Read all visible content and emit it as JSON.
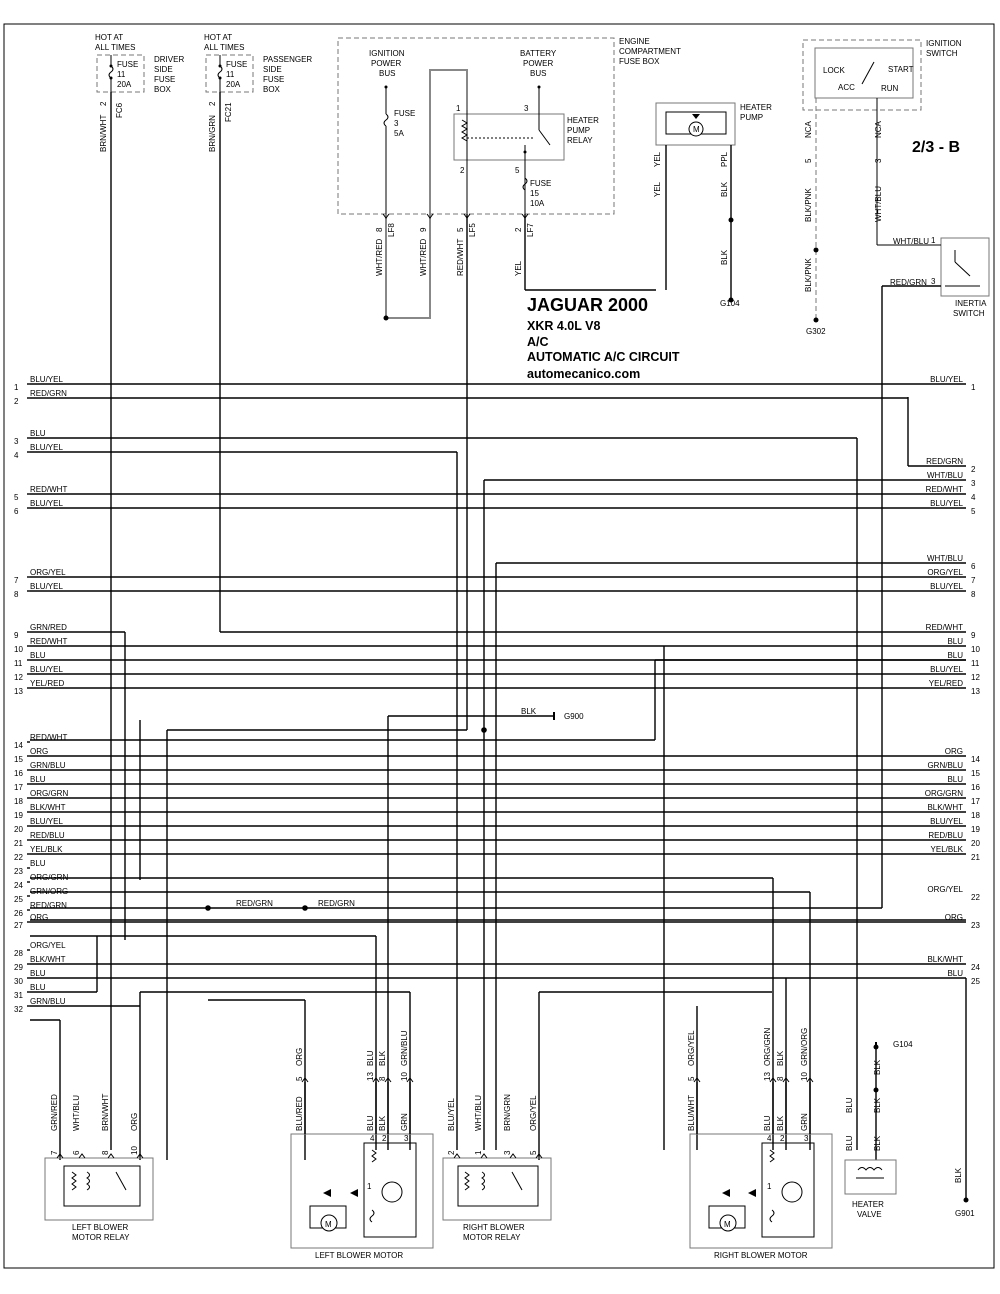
{
  "page": {
    "code": "2/3 - B"
  },
  "header": {
    "make": "JAGUAR  2000",
    "model": "XKR  4.0L  V8",
    "system": "A/C",
    "circuit": "AUTOMATIC A/C CIRCUIT",
    "site": "automecanico.com"
  },
  "fuse_boxes": {
    "driver": {
      "hot1": "HOT AT",
      "hot2": "ALL TIMES",
      "fuse_l1": "FUSE",
      "fuse_l2": "11",
      "fuse_l3": "20A",
      "box1": "DRIVER",
      "box2": "SIDE",
      "box3": "FUSE",
      "box4": "BOX",
      "pin": "2",
      "conn": "FC6",
      "wire": "BRN/WHT"
    },
    "passenger": {
      "hot1": "HOT AT",
      "hot2": "ALL TIMES",
      "fuse_l1": "FUSE",
      "fuse_l2": "11",
      "fuse_l3": "20A",
      "box1": "PASSENGER",
      "box2": "SIDE",
      "box3": "FUSE",
      "box4": "BOX",
      "pin": "2",
      "conn": "FC21",
      "wire": "BRN/GRN"
    }
  },
  "engine_box": {
    "title1": "ENGINE",
    "title2": "COMPARTMENT",
    "title3": "FUSE BOX",
    "ign1": "IGNITION",
    "ign2": "POWER",
    "ign3": "BUS",
    "bat1": "BATTERY",
    "bat2": "POWER",
    "bat3": "BUS",
    "fuse3_l1": "FUSE",
    "fuse3_l2": "3",
    "fuse3_l3": "5A",
    "fuse15_l1": "FUSE",
    "fuse15_l2": "15",
    "fuse15_l3": "10A",
    "relay1": "HEATER",
    "relay2": "PUMP",
    "relay3": "RELAY",
    "relay_pin1": "1",
    "relay_pin3": "3",
    "relay_pin2": "2",
    "relay_pin5": "5",
    "pins": [
      {
        "wire": "WHT/RED",
        "pin": "8",
        "conn": "LF8"
      },
      {
        "wire": "WHT/RED",
        "pin": "9",
        "conn": ""
      },
      {
        "wire": "RED/WHT",
        "pin": "5",
        "conn": "LF5"
      },
      {
        "wire": "YEL",
        "pin": "2",
        "conn": "LF7"
      }
    ]
  },
  "heater_pump": {
    "title1": "HEATER",
    "title2": "PUMP",
    "motor": "M",
    "wire_left": "YEL",
    "wire_right": "PPL",
    "wire_blk1": "BLK",
    "wire_blk2": "BLK",
    "ground": "G104"
  },
  "ign_switch": {
    "title1": "IGNITION",
    "title2": "SWITCH",
    "lock": "LOCK",
    "acc": "ACC",
    "start": "START",
    "run": "RUN",
    "left_label": "NCA",
    "left_pin": "5",
    "left_wire": "BLK/PNK",
    "left_wire2": "BLK/PNK",
    "left_ground": "G302",
    "right_label": "NCA",
    "right_pin": "3",
    "right_wire": "WHT/BLU"
  },
  "inertia_switch": {
    "title1": "INERTIA",
    "title2": "SWITCH",
    "wire1": "WHT/BLU",
    "pin1": "1",
    "wire3": "RED/GRN",
    "pin3": "3"
  },
  "left_connector": [
    {
      "n": "1",
      "wire": "BLU/YEL"
    },
    {
      "n": "2",
      "wire": "RED/GRN"
    },
    {
      "n": "3",
      "wire": "BLU"
    },
    {
      "n": "4",
      "wire": "BLU/YEL"
    },
    {
      "n": "5",
      "wire": "RED/WHT"
    },
    {
      "n": "6",
      "wire": "BLU/YEL"
    },
    {
      "n": "7",
      "wire": "ORG/YEL"
    },
    {
      "n": "8",
      "wire": "BLU/YEL"
    },
    {
      "n": "9",
      "wire": "GRN/RED"
    },
    {
      "n": "10",
      "wire": "RED/WHT"
    },
    {
      "n": "11",
      "wire": "BLU"
    },
    {
      "n": "12",
      "wire": "BLU/YEL"
    },
    {
      "n": "13",
      "wire": "YEL/RED"
    },
    {
      "n": "14",
      "wire": "RED/WHT"
    },
    {
      "n": "15",
      "wire": "ORG"
    },
    {
      "n": "16",
      "wire": "GRN/BLU"
    },
    {
      "n": "17",
      "wire": "BLU"
    },
    {
      "n": "18",
      "wire": "ORG/GRN"
    },
    {
      "n": "19",
      "wire": "BLK/WHT"
    },
    {
      "n": "20",
      "wire": "BLU/YEL"
    },
    {
      "n": "21",
      "wire": "RED/BLU"
    },
    {
      "n": "22",
      "wire": "YEL/BLK"
    },
    {
      "n": "23",
      "wire": "BLU"
    },
    {
      "n": "24",
      "wire": "ORG/GRN"
    },
    {
      "n": "25",
      "wire": "GRN/ORG"
    },
    {
      "n": "26",
      "wire": "RED/GRN"
    },
    {
      "n": "27",
      "wire": "ORG"
    },
    {
      "n": "28",
      "wire": "ORG/YEL"
    },
    {
      "n": "29",
      "wire": "BLK/WHT"
    },
    {
      "n": "30",
      "wire": "BLU"
    },
    {
      "n": "31",
      "wire": "BLU"
    },
    {
      "n": "32",
      "wire": "GRN/BLU"
    }
  ],
  "right_connector": [
    {
      "n": "1",
      "wire": "BLU/YEL"
    },
    {
      "n": "2",
      "wire": "RED/GRN"
    },
    {
      "n": "3",
      "wire": "WHT/BLU"
    },
    {
      "n": "4",
      "wire": "RED/WHT"
    },
    {
      "n": "5",
      "wire": "BLU/YEL"
    },
    {
      "n": "6",
      "wire": "WHT/BLU"
    },
    {
      "n": "7",
      "wire": "ORG/YEL"
    },
    {
      "n": "8",
      "wire": "BLU/YEL"
    },
    {
      "n": "9",
      "wire": "RED/WHT"
    },
    {
      "n": "10",
      "wire": "BLU"
    },
    {
      "n": "11",
      "wire": "BLU"
    },
    {
      "n": "12",
      "wire": "BLU/YEL"
    },
    {
      "n": "13",
      "wire": "YEL/RED"
    },
    {
      "n": "14",
      "wire": "ORG"
    },
    {
      "n": "15",
      "wire": "GRN/BLU"
    },
    {
      "n": "16",
      "wire": "BLU"
    },
    {
      "n": "17",
      "wire": "ORG/GRN"
    },
    {
      "n": "18",
      "wire": "BLK/WHT"
    },
    {
      "n": "19",
      "wire": "BLU/YEL"
    },
    {
      "n": "20",
      "wire": "RED/BLU"
    },
    {
      "n": "21",
      "wire": "YEL/BLK"
    },
    {
      "n": "22",
      "wire": "ORG/YEL"
    },
    {
      "n": "23",
      "wire": "ORG"
    },
    {
      "n": "24",
      "wire": "BLK/WHT"
    },
    {
      "n": "25",
      "wire": "BLU"
    }
  ],
  "g900": {
    "wire": "BLK",
    "label": "G900"
  },
  "redgrn_mid": {
    "w1": "RED/GRN",
    "w2": "RED/GRN"
  },
  "left_relay": {
    "title1": "LEFT BLOWER",
    "title2": "MOTOR RELAY",
    "pins": [
      {
        "pin": "7",
        "wire": "GRN/RED"
      },
      {
        "pin": "6",
        "wire": "WHT/BLU"
      },
      {
        "pin": "8",
        "wire": "BRN/WHT"
      },
      {
        "pin": "10",
        "wire": "ORG"
      }
    ]
  },
  "right_relay": {
    "title1": "RIGHT BLOWER",
    "title2": "MOTOR RELAY",
    "pins": [
      {
        "pin": "2",
        "wire": "BLU/YEL"
      },
      {
        "pin": "1",
        "wire": "WHT/BLU"
      },
      {
        "pin": "3",
        "wire": "BRN/GRN"
      },
      {
        "pin": "5",
        "wire": "ORG/YEL"
      }
    ]
  },
  "left_motor": {
    "title": "LEFT BLOWER MOTOR",
    "top": [
      {
        "pin": "5",
        "wire": "ORG"
      },
      {
        "pin": "13",
        "wire": "BLU"
      },
      {
        "pin": "8",
        "wire": "BLK"
      },
      {
        "pin": "10",
        "wire": "GRN/BLU"
      }
    ],
    "inner": [
      {
        "pin": "",
        "wire": "BLU/RED"
      },
      {
        "pin": "4",
        "wire": "BLU"
      },
      {
        "pin": "2",
        "wire": "BLK"
      },
      {
        "pin": "3",
        "wire": "GRN"
      }
    ],
    "node": "1",
    "motor": "M"
  },
  "right_motor": {
    "title": "RIGHT BLOWER MOTOR",
    "top": [
      {
        "pin": "5",
        "wire": "ORG/YEL"
      },
      {
        "pin": "13",
        "wire": "ORG/GRN"
      },
      {
        "pin": "8",
        "wire": "BLK"
      },
      {
        "pin": "10",
        "wire": "GRN/ORG"
      }
    ],
    "inner": [
      {
        "pin": "",
        "wire": "BLU/WHT"
      },
      {
        "pin": "4",
        "wire": "BLU"
      },
      {
        "pin": "2",
        "wire": "BLK"
      },
      {
        "pin": "3",
        "wire": "GRN"
      }
    ],
    "node": "1",
    "motor": "M"
  },
  "heater_valve": {
    "title1": "HEATER",
    "title2": "VALVE",
    "wire1": "BLU",
    "wire2": "BLU",
    "wire3": "BLK",
    "wire4": "BLK",
    "wire5": "BLK",
    "ground": "G104"
  },
  "g901": {
    "wire": "BLK",
    "label": "G901"
  }
}
